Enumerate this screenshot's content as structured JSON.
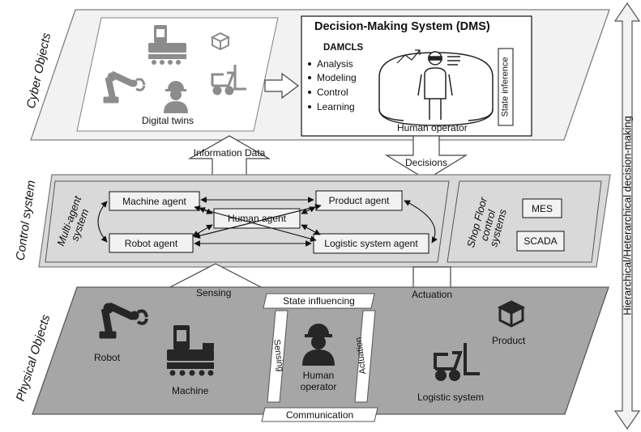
{
  "layers": {
    "cyber": {
      "title": "Cyber Objects",
      "digital_twins_label": "Digital twins",
      "dms": {
        "title": "Decision-Making System (DMS)",
        "acronym": "DAMCLS",
        "items": [
          "Analysis",
          "Modeling",
          "Control",
          "Learning"
        ],
        "operator_label": "Human operator",
        "state_inference": "State inference"
      }
    },
    "control": {
      "title": "Control system",
      "mas_label": "Multi-agent system",
      "agents": {
        "machine": "Machine agent",
        "human": "Human agent",
        "product": "Product agent",
        "robot": "Robot agent",
        "logistic": "Logistic system agent"
      },
      "shop_floor": {
        "title": "Shop Floor control systems",
        "mes": "MES",
        "scada": "SCADA"
      }
    },
    "physical": {
      "title": "Physical Objects",
      "robot": "Robot",
      "machine": "Machine",
      "human_operator": "Human operator",
      "logistic_system": "Logistic system",
      "product": "Product",
      "state_influencing": "State influencing",
      "communication": "Communication",
      "sensing_vertical": "Sensing",
      "actuation_vertical": "Actuation"
    }
  },
  "flows": {
    "information_data": "Information Data",
    "decisions": "Decisions",
    "sensing": "Sensing",
    "actuation": "Actuation"
  },
  "side_axis_label": "Hierarchical/Heterarchical decision-making",
  "colors": {
    "cyber_fill": "#f2f2f2",
    "control_fill": "#d9d9d9",
    "physical_fill": "#a6a6a6",
    "icon_gray": "#595959",
    "icon_dark": "#262626"
  }
}
